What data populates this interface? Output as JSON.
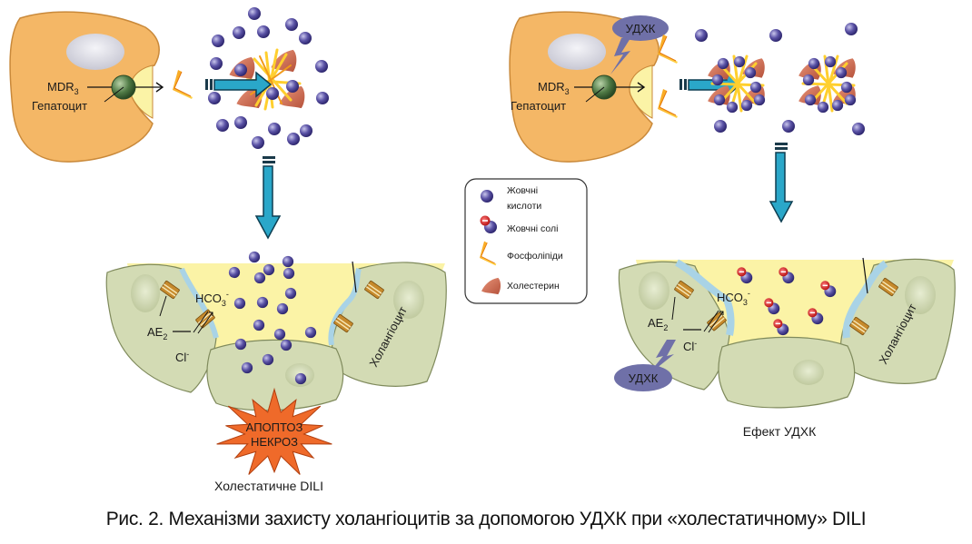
{
  "figure": {
    "caption": "Рис. 2. Механізми захисту холангіоцитів за допомогою УДХК при «холестатичному» DILI"
  },
  "left_panel": {
    "hepatocyte_label": "Гепатоцит",
    "transporter_label": "MDR",
    "transporter_subscript": "3",
    "exchanger_label": "AE",
    "exchanger_subscript": "2",
    "bicarbonate_label": "HCO",
    "bicarbonate_subscript": "3",
    "bicarbonate_superscript": "-",
    "chloride_label": "Cl",
    "chloride_superscript": "-",
    "cholangiocyte_label": "Холангіоцит",
    "burst_line1": "АПОПТОЗ",
    "burst_line2": "НЕКРОЗ",
    "title": "Холестатичне DILI"
  },
  "right_panel": {
    "hepatocyte_label": "Гепатоцит",
    "transporter_label": "MDR",
    "transporter_subscript": "3",
    "udca_top_label": "УДХК",
    "udca_bottom_label": "УДХК",
    "exchanger_label": "AE",
    "exchanger_subscript": "2",
    "bicarbonate_label": "HCO",
    "bicarbonate_subscript": "3",
    "bicarbonate_superscript": "-",
    "chloride_label": "Cl",
    "chloride_superscript": "-",
    "cholangiocyte_label": "Холангіоцит",
    "title": "Ефект УДХК"
  },
  "legend": {
    "items": [
      {
        "icon": "bile-acid-icon",
        "label_line1": "Жовчні",
        "label_line2": "кислоти"
      },
      {
        "icon": "bile-salt-icon",
        "label_line1": "Жовчні солі",
        "label_line2": ""
      },
      {
        "icon": "phospholipid-icon",
        "label_line1": "Фосфоліпіди",
        "label_line2": ""
      },
      {
        "icon": "cholesterol-icon",
        "label_line1": "Холестерин",
        "label_line2": ""
      }
    ]
  },
  "colors": {
    "hepatocyte": "#f4b766",
    "nucleus": "#d9d9e4",
    "bile_duct_lumen": "#fbf3a6",
    "cholangiocyte": "#d3dbb4",
    "membrane": "#a9d3e6",
    "bile_acid": "#5a52a3",
    "negative_charge": "#d62a2a",
    "arrow": "#2aa7c9",
    "udca": "#6f70a8",
    "burst": "#ef6a2a"
  }
}
